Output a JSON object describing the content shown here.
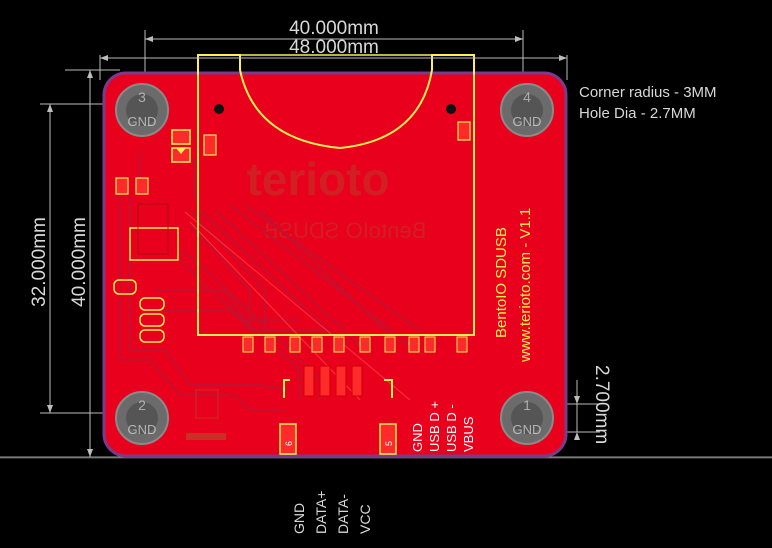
{
  "dimensions": {
    "width_40": "40.000mm",
    "width_48": "48.000mm",
    "height_32": "32.000mm",
    "height_40": "40.000mm",
    "hole_offset": "2.700mm"
  },
  "notes": {
    "corner_radius": "Corner radius - 3MM",
    "hole_dia": "Hole Dia - 2.7MM"
  },
  "holes": [
    {
      "num": "3",
      "label": "GND"
    },
    {
      "num": "4",
      "label": "GND"
    },
    {
      "num": "2",
      "label": "GND"
    },
    {
      "num": "1",
      "label": "GND"
    }
  ],
  "board": {
    "logo": "terioto",
    "name_mirrored": "BentoIO SDUSB",
    "silk_title": "BentoIO SDUSB",
    "silk_url": "www.terioto.com - V1.1",
    "usb_pins": [
      "GND",
      "USB D +",
      "USB D -",
      "VBUS"
    ],
    "pad_left": "6",
    "pad_right": "5"
  },
  "bottom_labels": [
    "GND",
    "DATA+",
    "DATA-",
    "VCC"
  ],
  "colors": {
    "board": "#e8001c",
    "board_edge": "#7a3b8c",
    "silkscreen": "#ffee55",
    "pad": "#ff2a2a",
    "background": "#000000"
  }
}
